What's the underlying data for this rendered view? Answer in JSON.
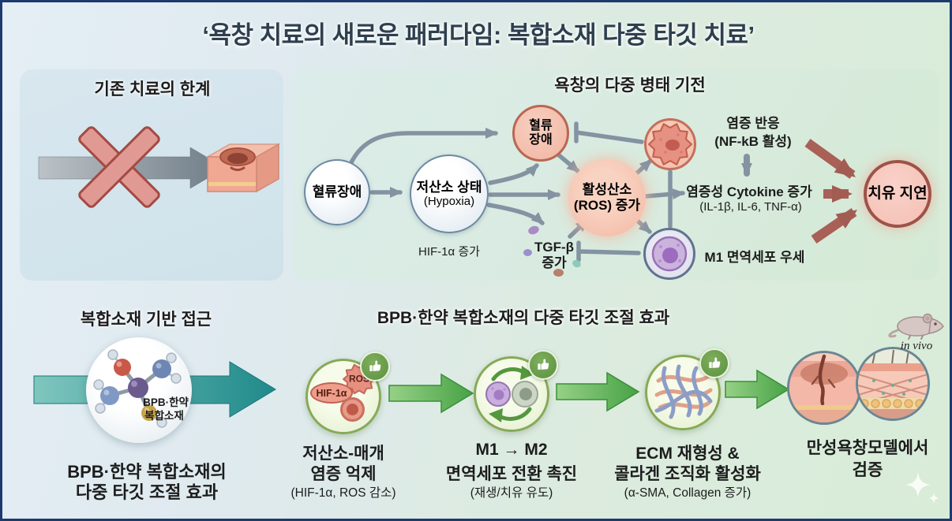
{
  "page": {
    "title": "‘욕창 치료의 새로운 패러다임: 복합소재 다중 타깃 치료’"
  },
  "limitations": {
    "title": "기존 치료의 한계"
  },
  "mechanism": {
    "title": "욕창의 다중 병태 기전",
    "blood_flow": "혈류장애",
    "hypoxia": "저산소 상태",
    "hypoxia_en": "(Hypoxia)",
    "hif_note": "HIF-1α 증가",
    "blood_flow2a": "혈류",
    "blood_flow2b": "장애",
    "ros_a": "활성산소",
    "ros_b": "(ROS) 증가",
    "tgf_a": "TGF-β",
    "tgf_b": "증가",
    "inflammation_a": "염증 반응",
    "inflammation_b": "(NF-kB 활성)",
    "cytokine_a": "염증성 Cytokine 증가",
    "cytokine_b": "(IL-1β, IL-6, TNF-α)",
    "m1_dominance": "M1 면역세포 우세",
    "healing_delay": "치유 지연"
  },
  "approach": {
    "title": "복합소재 기반 접근",
    "molecule_a": "BPB·한약",
    "molecule_b": "복합소재",
    "caption_a": "BPB·한약 복합소재의",
    "caption_b": "다중 타깃 조절 효과"
  },
  "effects": {
    "title": "BPB·한약 복합소재의 다중 타깃 조절 효과",
    "step1": {
      "ros_badge": "ROS",
      "hif_badge": "HIF-1α",
      "label_a": "저산소-매개",
      "label_b": "염증 억제",
      "sub": "(HIF-1α, ROS 감소)"
    },
    "step2": {
      "label_a": "M1 → M2",
      "label_b": "면역세포 전환 촉진",
      "sub": "(재생/치유 유도)"
    },
    "step3": {
      "label_a": "ECM 재형성 &",
      "label_b": "콜라겐 조직화 활성화",
      "sub": "(α-SMA, Collagen 증가)"
    },
    "invivo": "in vivo",
    "validation_a": "만성욕창모델에서",
    "validation_b": "검증"
  },
  "colors": {
    "border_navy": "#1d3a6e",
    "node_pink": "#f3b7a3",
    "node_border_red": "#b96752",
    "delay_border": "#9e5248",
    "gray_arrow": "#8493a1",
    "red_arrow": "#a96056",
    "teal_arrow": "#1f8a8a",
    "green_arrow": "#4aa347",
    "step_border_green": "#87a958"
  }
}
